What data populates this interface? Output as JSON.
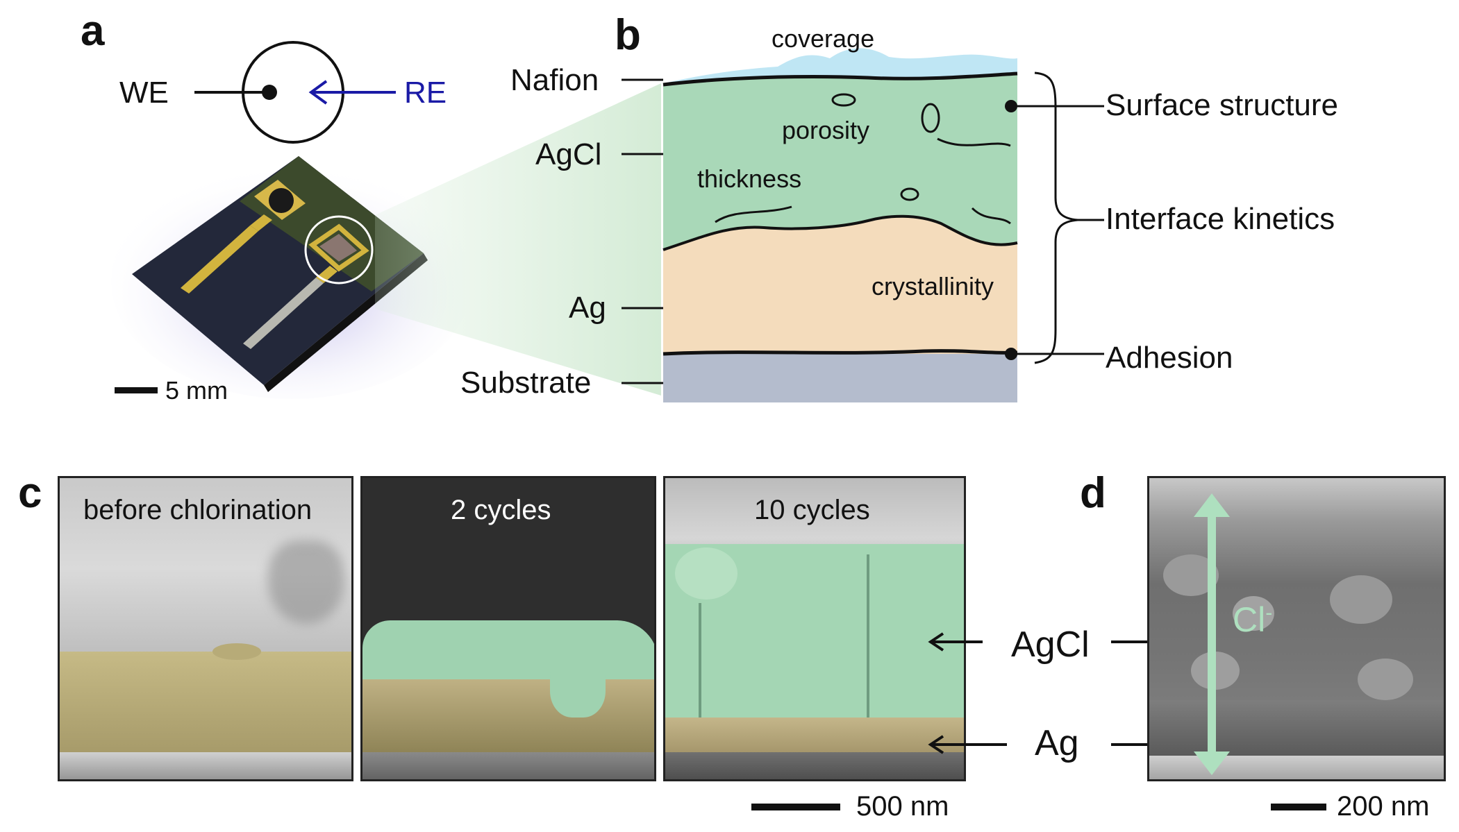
{
  "panels": {
    "a": {
      "label": "a",
      "we_label": "WE",
      "re_label": "RE",
      "scale_label": "5 mm"
    },
    "b": {
      "label": "b",
      "layer_labels": {
        "nafion": "Nafion",
        "agcl": "AgCl",
        "ag": "Ag",
        "substrate": "Substrate"
      },
      "inner_labels": {
        "coverage": "coverage",
        "porosity": "porosity",
        "thickness": "thickness",
        "crystallinity": "crystallinity"
      },
      "right_labels": {
        "surface": "Surface structure",
        "interface": "Interface kinetics",
        "adhesion": "Adhesion"
      }
    },
    "c": {
      "label": "c",
      "images": [
        {
          "caption": "before chlorination"
        },
        {
          "caption": "2 cycles"
        },
        {
          "caption": "10 cycles"
        }
      ],
      "arrow_labels": {
        "agcl": "AgCl",
        "ag": "Ag"
      },
      "scale_label": "500 nm"
    },
    "d": {
      "label": "d",
      "ion_label": "Cl",
      "ion_sup": "-",
      "scale_label": "200 nm"
    }
  },
  "colors": {
    "agcl_green": "#a9d8b8",
    "ag_peach": "#f4dcbc",
    "substrate_blue": "#b4bccd",
    "nafion_blue": "#bfe6f4",
    "re_blue": "#1a1aa6"
  }
}
